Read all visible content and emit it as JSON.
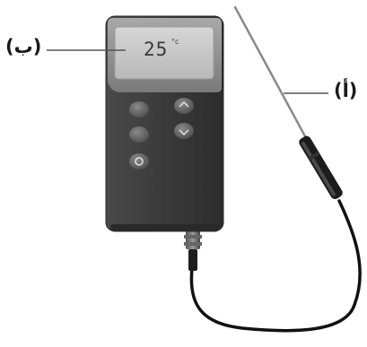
{
  "callouts": {
    "display_label": "(ب)",
    "probe_label": "(أ)"
  },
  "device": {
    "display_reading": "25",
    "display_unit": "°c"
  },
  "colors": {
    "body": "#3d3d3d",
    "body_edge": "#2a2a2a",
    "screen": "#c8c8c8",
    "screen_bezel": "#8f8f8f",
    "button": "#6a6a6a",
    "cable": "#111111",
    "probe_rod": "#8a8a8a",
    "leader": "#555555"
  }
}
